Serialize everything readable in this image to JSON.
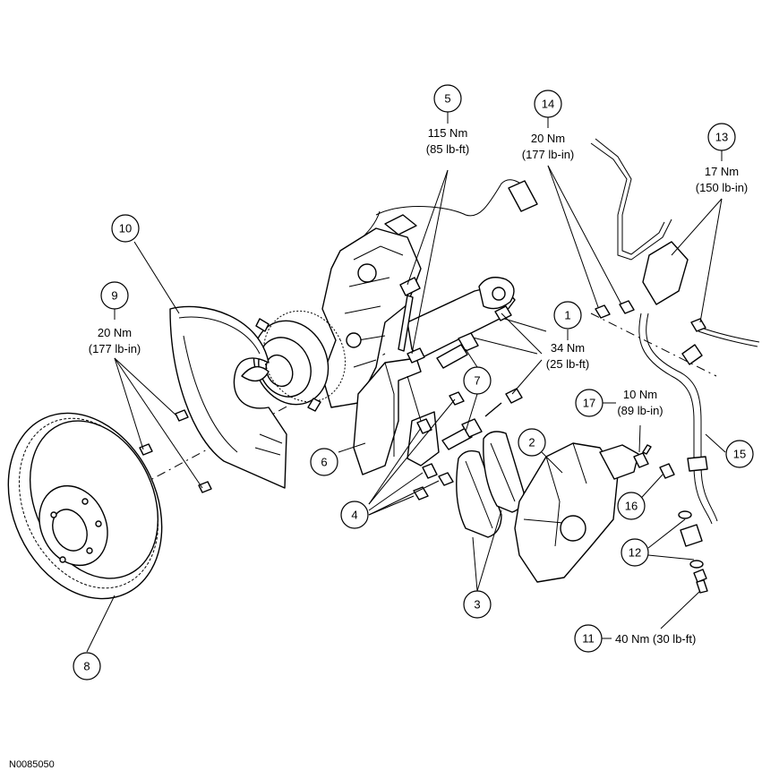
{
  "figure_id": "N0085050",
  "callouts": [
    {
      "n": "1",
      "torque": [
        "34 Nm",
        "(25 lb-ft)"
      ]
    },
    {
      "n": "2"
    },
    {
      "n": "3"
    },
    {
      "n": "4"
    },
    {
      "n": "5",
      "torque": [
        "115 Nm",
        "(85 lb-ft)"
      ]
    },
    {
      "n": "6"
    },
    {
      "n": "7"
    },
    {
      "n": "8"
    },
    {
      "n": "9",
      "torque": [
        "20 Nm",
        "(177 lb-in)"
      ]
    },
    {
      "n": "10"
    },
    {
      "n": "11",
      "torque": [
        "40 Nm (30 lb-ft)"
      ]
    },
    {
      "n": "12"
    },
    {
      "n": "13",
      "torque": [
        "17 Nm",
        "(150 lb-in)"
      ]
    },
    {
      "n": "14",
      "torque": [
        "20 Nm",
        "(177 lb-in)"
      ]
    },
    {
      "n": "15"
    },
    {
      "n": "16"
    },
    {
      "n": "17",
      "torque": [
        "10 Nm",
        "(89 lb-in)"
      ]
    }
  ]
}
